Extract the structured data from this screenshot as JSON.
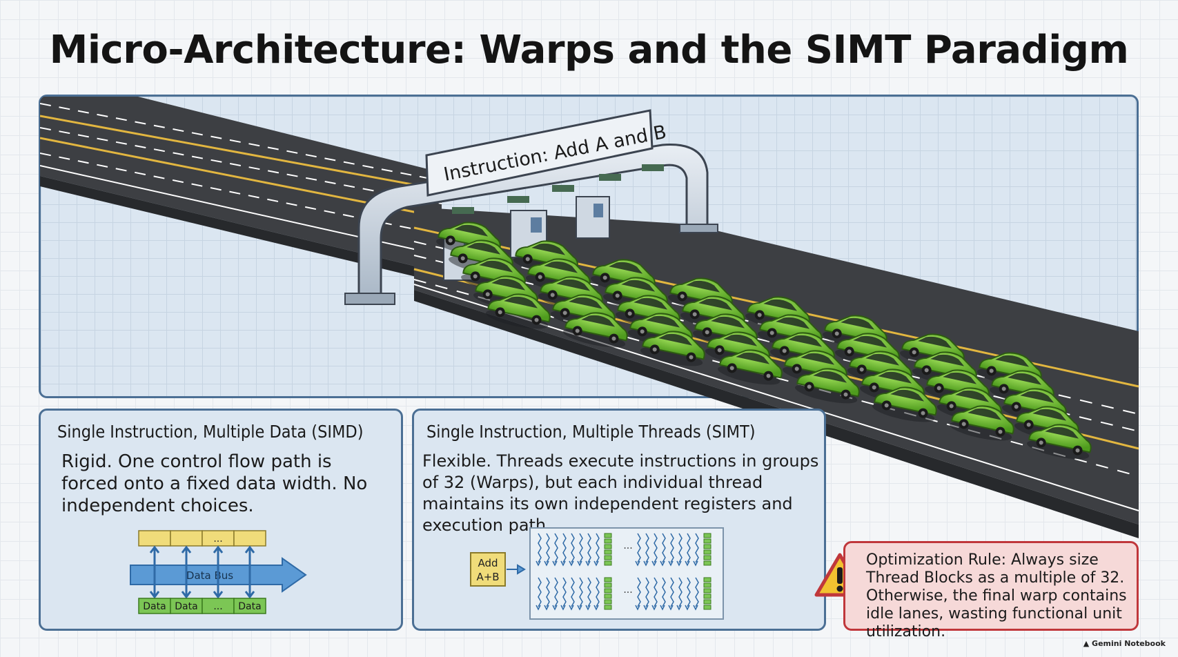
{
  "title": "Micro-Architecture: Warps and the SIMT Paradigm",
  "hero": {
    "gantry_sign": "Instruction: Add A and B",
    "car_color": "#6cc52e"
  },
  "simd": {
    "title": "Single Instruction, Multiple Data (SIMD)",
    "body": "Rigid. One control flow path is forced onto a fixed data width. No independent choices.",
    "diagram": {
      "top_cells": [
        "",
        "",
        "...",
        ""
      ],
      "bus_label": "Data Bus",
      "data_cells": [
        "Data",
        "Data",
        "...",
        "Data"
      ]
    }
  },
  "simt": {
    "title": "Single Instruction, Multiple Threads (SIMT)",
    "body": "Flexible. Threads execute instructions in groups of 32 (Warps), but each individual thread maintains its own independent registers and execution path.",
    "diagram": {
      "instruction_line1": "Add",
      "instruction_line2": "A+B",
      "ellipsis": "..."
    }
  },
  "warning": {
    "text": "Optimization Rule: Always size Thread Blocks as a multiple of 32. Otherwise, the final warp contains idle lanes, wasting functional unit utilization.",
    "icon": "warning-triangle-icon",
    "color": "#c0373b"
  },
  "footer": {
    "brand": "Gemini Notebook",
    "icon": "gemini-logo-icon"
  }
}
